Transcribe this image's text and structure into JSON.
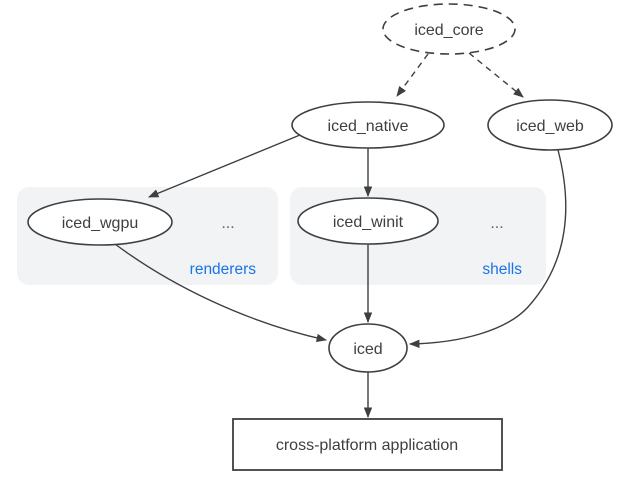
{
  "colors": {
    "ink": "#3c4043",
    "muted": "#5f6368",
    "accent_blue": "#1a73e8",
    "group_fill": "#f1f3f4",
    "node_fill": "#ffffff",
    "background": "#ffffff"
  },
  "nodes": {
    "iced_core": "iced_core",
    "iced_native": "iced_native",
    "iced_web": "iced_web",
    "iced_wgpu": "iced_wgpu",
    "iced_winit": "iced_winit",
    "iced": "iced",
    "application": "cross-platform application"
  },
  "groups": {
    "renderers": {
      "label": "renderers",
      "more": "..."
    },
    "shells": {
      "label": "shells",
      "more": "..."
    }
  }
}
